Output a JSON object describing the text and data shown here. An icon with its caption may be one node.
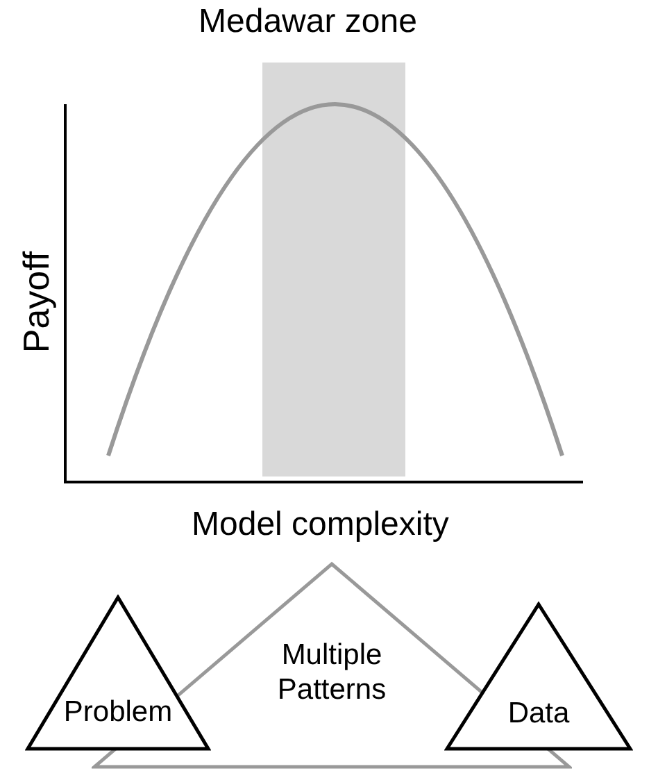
{
  "diagram": {
    "nodes": [
      {
        "text": [
          "Problem"
        ]
      },
      {
        "text": [
          "Multiple Patterns"
        ]
      },
      {
        "text": [
          "Data"
        ]
      }
    ],
    "labels": [
      "Medawar zone",
      "Payoff",
      "Model complexity"
    ]
  }
}
